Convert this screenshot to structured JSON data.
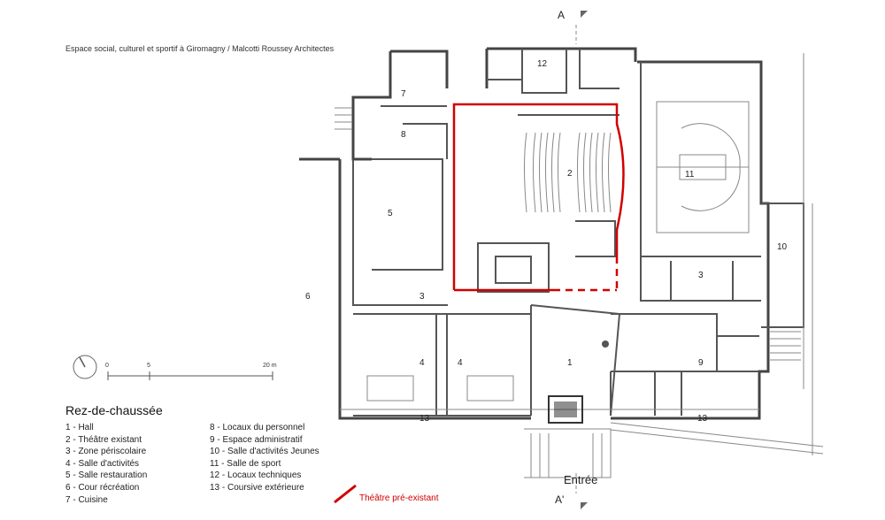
{
  "header": {
    "title": "Espace social, culturel et sportif à Giromagny / Malcotti Roussey Architectes"
  },
  "section_marks": {
    "top": "A",
    "bottom": "A'"
  },
  "level_title": "Rez-de-chaussée",
  "legend_col1": [
    "1 - Hall",
    "2 - Théâtre existant",
    "3 - Zone périscolaire",
    "4 - Salle d'activités",
    "5 - Salle restauration",
    "6 - Cour récréation",
    "7 - Cuisine"
  ],
  "legend_col2": [
    "8 - Locaux du personnel",
    "9 - Espace administratif",
    "10 - Salle d'activités Jeunes",
    "11 - Salle de sport",
    "12 - Locaux techniques",
    "13 - Coursive extérieure"
  ],
  "theatre_legend": "Théâtre pré-existant",
  "entrance": "Entrée",
  "scale": {
    "ticks": [
      "0",
      "5",
      "20 m"
    ]
  },
  "room_labels": {
    "r12": "12",
    "r7": "7",
    "r8": "8",
    "r2": "2",
    "r11": "11",
    "r5": "5",
    "r10": "10",
    "r3a": "3",
    "r3b": "3",
    "r6": "6",
    "r4a": "4",
    "r4b": "4",
    "r1": "1",
    "r9": "9",
    "r13a": "13",
    "r13b": "13"
  },
  "colors": {
    "wall": "#444444",
    "theatre": "#d10000",
    "thin": "#777777"
  }
}
